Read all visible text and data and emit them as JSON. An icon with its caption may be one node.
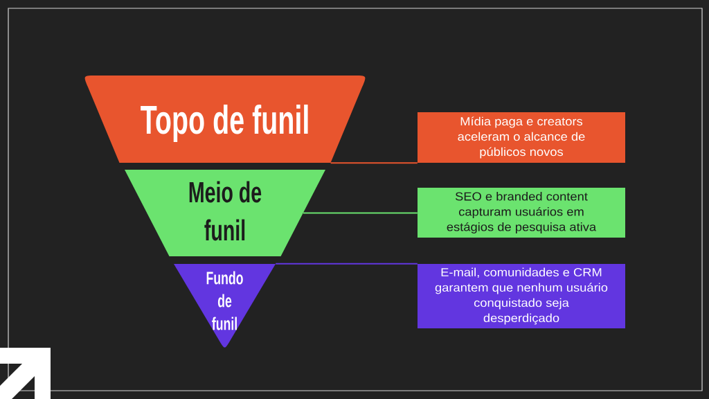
{
  "diagram": {
    "nodes": [
      {
        "text": [
          "Topo de funil"
        ]
      },
      {
        "text": [
          "Mídia paga e creators aceleram o alcance de públicos novos"
        ]
      },
      {
        "text": [
          "Meio de funil"
        ]
      },
      {
        "text": [
          "SEO e branded content capturam usuários em estágios de pesquisa ativa"
        ]
      },
      {
        "text": [
          "Fundo de funil"
        ]
      },
      {
        "text": [
          "E-mail, comunidades e CRM garantem que nenhum usuário conquistado seja desperdiçado"
        ]
      }
    ],
    "edges": [
      {
        "from": 0,
        "to": 1,
        "arrow": "none",
        "color": "#e8552e"
      },
      {
        "from": 2,
        "to": 3,
        "arrow": "none",
        "color": "#6be36f"
      },
      {
        "from": 4,
        "to": 5,
        "arrow": "none",
        "color": "#6236e0"
      }
    ]
  }
}
